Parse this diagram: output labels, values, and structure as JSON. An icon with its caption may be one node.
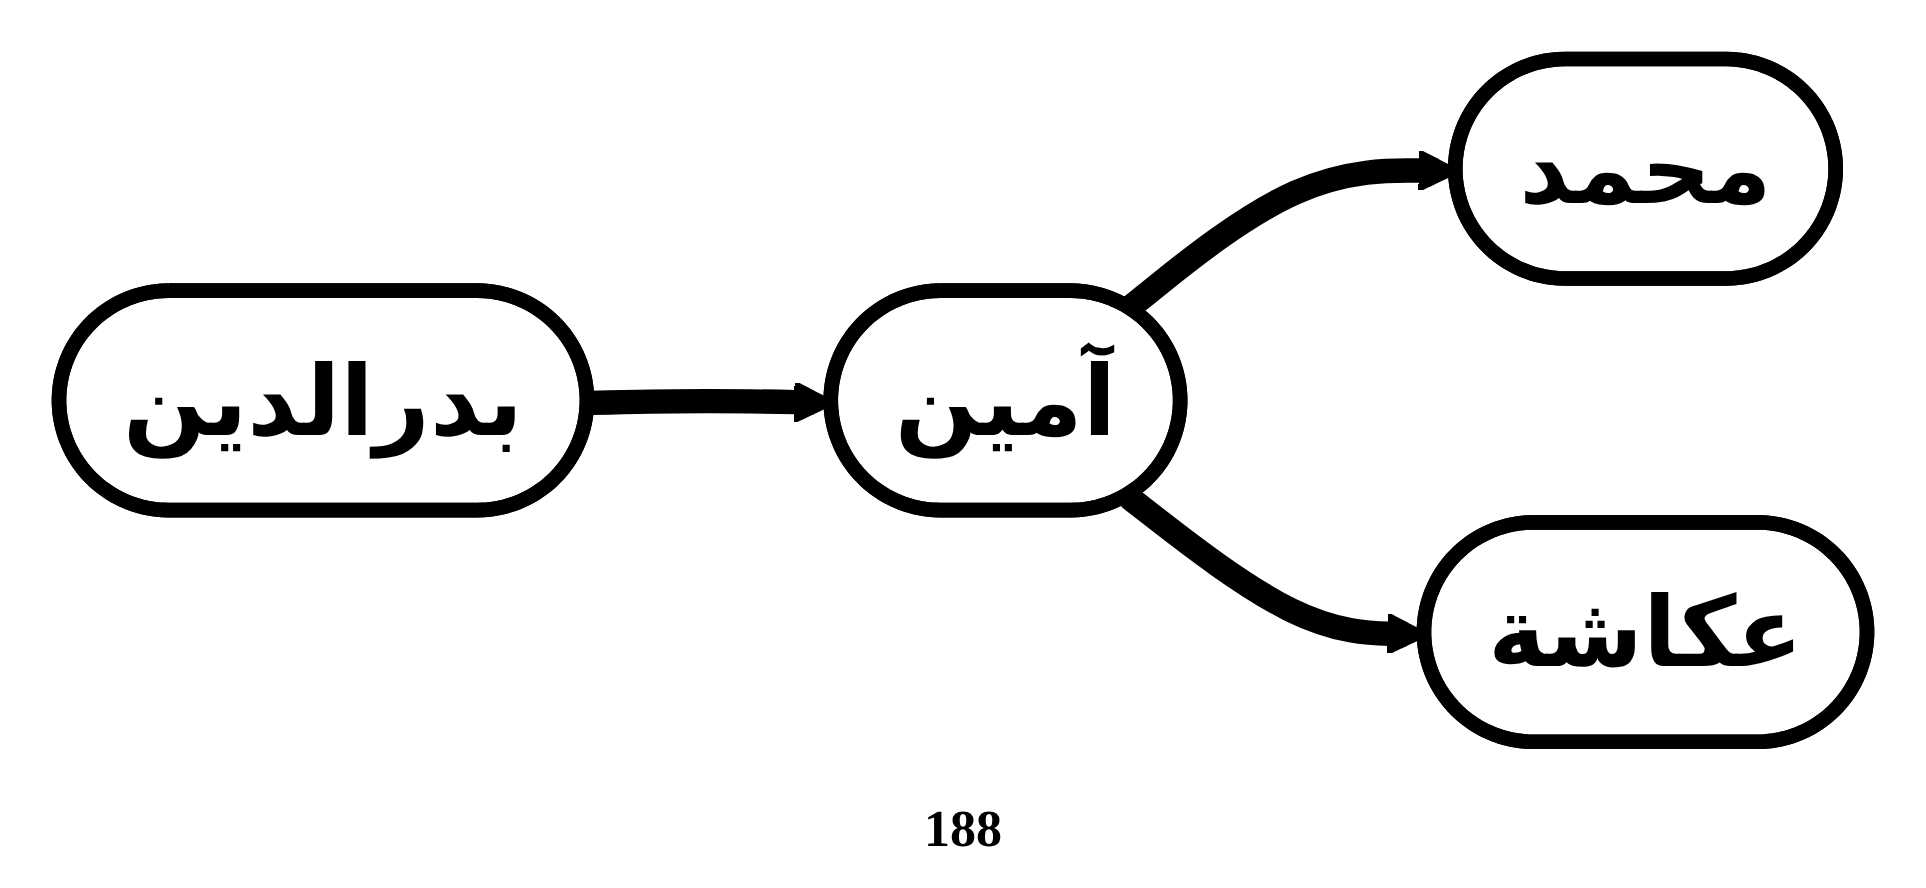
{
  "diagram": {
    "nodes": [
      {
        "text": [
          "بدرالدين"
        ]
      },
      {
        "text": [
          "آمين"
        ]
      },
      {
        "text": [
          "محمد"
        ]
      },
      {
        "text": [
          "عكاشة"
        ]
      }
    ],
    "edges": [
      {
        "from": 0,
        "to": 1,
        "arrow": "to"
      },
      {
        "from": 1,
        "to": 2,
        "arrow": "to"
      },
      {
        "from": 1,
        "to": 3,
        "arrow": "to"
      }
    ],
    "labels": [
      "188"
    ]
  }
}
